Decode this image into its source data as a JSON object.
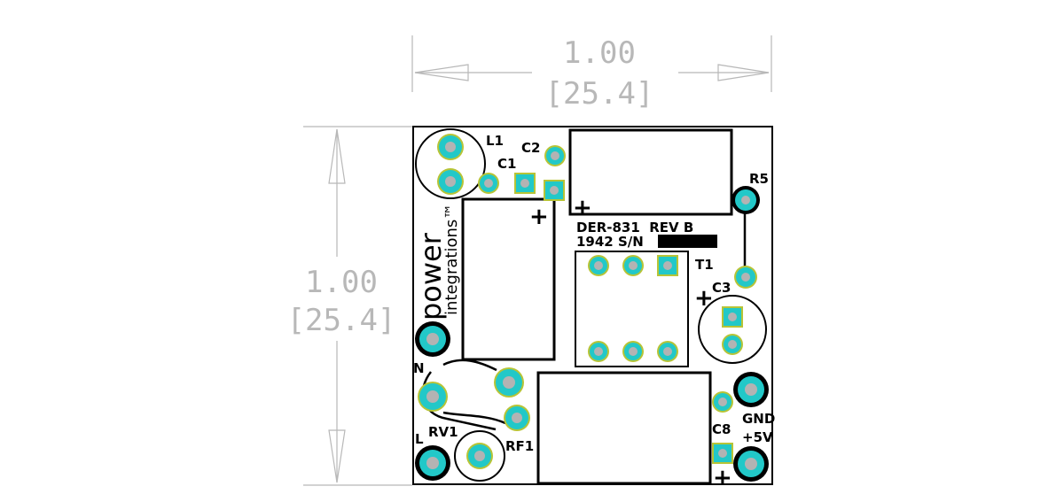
{
  "dimensions": {
    "width_in": "1.00",
    "width_mm": "[25.4]",
    "height_in": "1.00",
    "height_mm": "[25.4]"
  },
  "board": {
    "title_line1": "DER-831  REV B",
    "title_line2": "1942 S/N",
    "logo_word": "power",
    "logo_sub": "integrations™"
  },
  "refs": {
    "L1": "L1",
    "C1": "C1",
    "C2": "C2",
    "R5": "R5",
    "T1": "T1",
    "C3": "C3",
    "N": "N",
    "RV1": "RV1",
    "L": "L",
    "RF1": "RF1",
    "C8": "C8",
    "GND": "GND",
    "plus5v": "+5V"
  },
  "polarity": {
    "plus": "+"
  },
  "colors": {
    "pad": "#22c8c8",
    "pad_ring": "#b7c436",
    "drill": "#b3b3b3",
    "dimension": "#b8b8b8",
    "silkscreen": "#000000"
  }
}
